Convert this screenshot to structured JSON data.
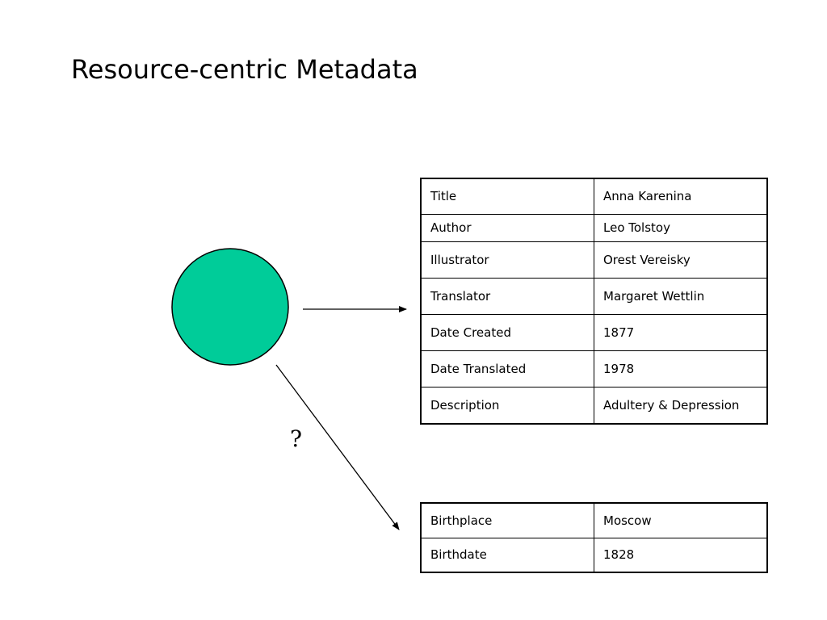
{
  "title": "Resource-centric Metadata",
  "question_label": "?",
  "colors": {
    "resource_node_fill": "#00CC99",
    "stroke": "#000000"
  },
  "resource_metadata": [
    {
      "property": "Title",
      "value": "Anna Karenina"
    },
    {
      "property": "Author",
      "value": "Leo Tolstoy"
    },
    {
      "property": "Illustrator",
      "value": "Orest Vereisky"
    },
    {
      "property": "Translator",
      "value": "Margaret Wettlin"
    },
    {
      "property": "Date Created",
      "value": "1877"
    },
    {
      "property": "Date Translated",
      "value": "1978"
    },
    {
      "property": "Description",
      "value": "Adultery & Depression"
    }
  ],
  "author_metadata": [
    {
      "property": "Birthplace",
      "value": "Moscow"
    },
    {
      "property": "Birthdate",
      "value": "1828"
    }
  ]
}
